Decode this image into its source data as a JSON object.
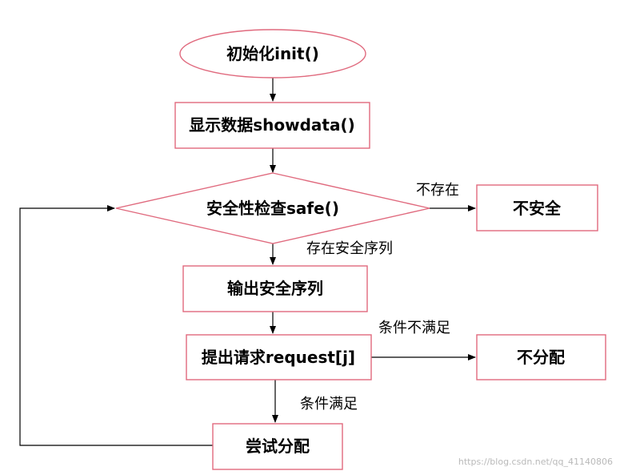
{
  "nodes": {
    "init": "初始化init()",
    "showdata": "显示数据showdata()",
    "safe": "安全性检查safe()",
    "unsafe": "不安全",
    "output": "输出安全序列",
    "request": "提出请求request[j]",
    "no_alloc": "不分配",
    "try_alloc": "尝试分配"
  },
  "edges": {
    "exists": "不存在",
    "safe_seq": "存在安全序列",
    "not_met": "条件不满足",
    "met": "条件满足"
  },
  "watermark": "https://blog.csdn.net/qq_41140806",
  "colors": {
    "shape_border": "#e06a7e",
    "arrow": "#000000"
  }
}
